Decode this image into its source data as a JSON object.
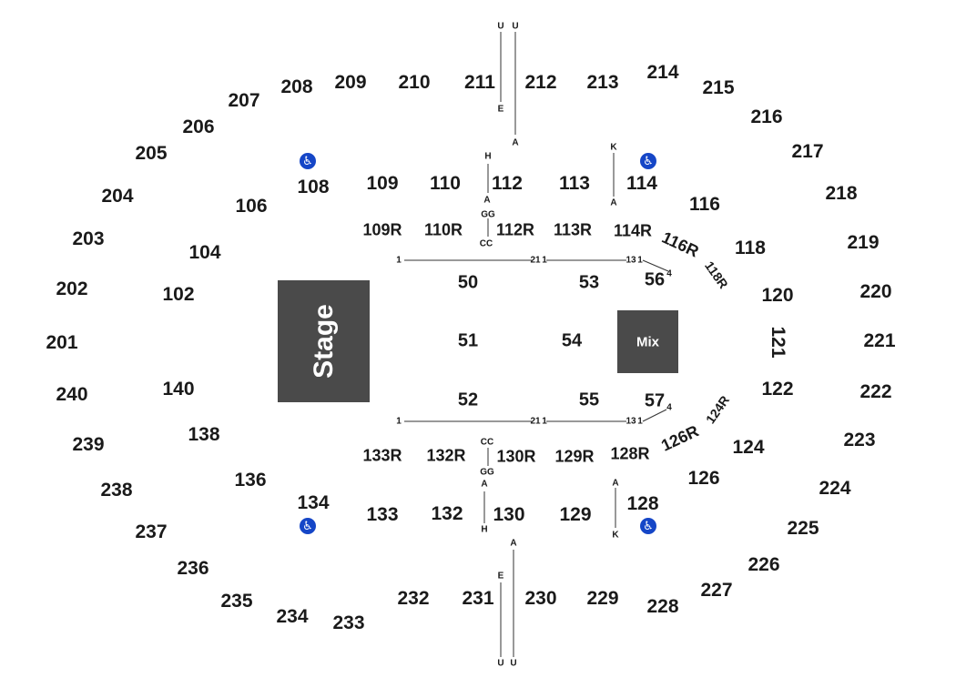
{
  "stage": {
    "label": "Stage"
  },
  "mix": {
    "label": "Mix"
  },
  "icons": {
    "accessible": "wheelchair-icon"
  },
  "upper_sections": [
    "201",
    "202",
    "203",
    "204",
    "205",
    "206",
    "207",
    "208",
    "209",
    "210",
    "211",
    "212",
    "213",
    "214",
    "215",
    "216",
    "217",
    "218",
    "219",
    "220",
    "221",
    "222",
    "223",
    "224",
    "225",
    "226",
    "227",
    "228",
    "229",
    "230",
    "231",
    "232",
    "233",
    "234",
    "235",
    "236",
    "237",
    "238",
    "239",
    "240"
  ],
  "lower_sections": [
    "102",
    "104",
    "106",
    "108",
    "109",
    "110",
    "112",
    "113",
    "114",
    "116",
    "118",
    "120",
    "121",
    "122",
    "124",
    "126",
    "128",
    "129",
    "130",
    "132",
    "133",
    "134",
    "136",
    "138",
    "140"
  ],
  "riser_sections": [
    "109R",
    "110R",
    "112R",
    "113R",
    "114R",
    "116R",
    "118R",
    "124R",
    "126R",
    "128R",
    "129R",
    "130R",
    "132R",
    "133R"
  ],
  "floor_sections": [
    "50",
    "51",
    "52",
    "53",
    "54",
    "55",
    "56",
    "57"
  ],
  "row_labels": [
    "U",
    "E",
    "A",
    "K",
    "H",
    "GG",
    "CC",
    "1",
    "21",
    "13",
    "4"
  ]
}
